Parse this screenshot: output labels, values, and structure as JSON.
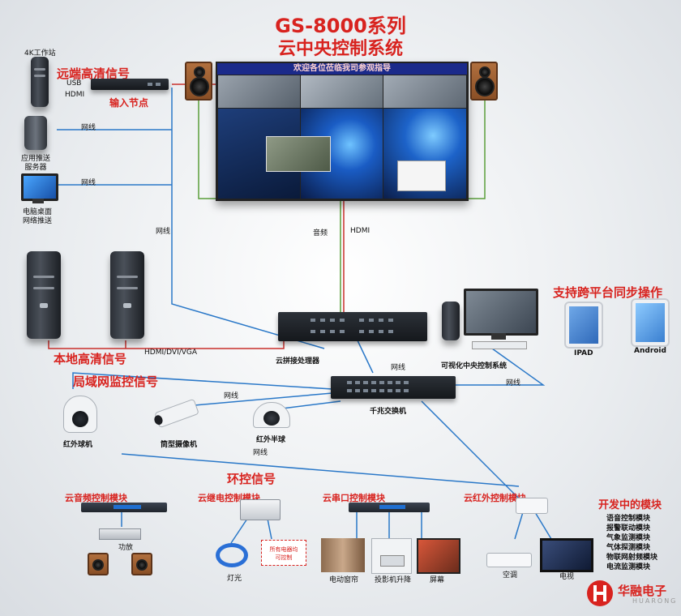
{
  "title": {
    "line1": "GS-8000系列",
    "line2": "云中央控制系统"
  },
  "welcome_banner": "欢迎各位莅临我司参观指导",
  "sources": {
    "workstation_4k": "4K工作站",
    "remote_hd_signal": "远端高清信号",
    "usb": "USB",
    "hdmi": "HDMI",
    "input_node": "输入节点",
    "network1": "网线",
    "app_server_line1": "应用推送",
    "app_server_line2": "服务器",
    "network2": "网线",
    "pc_line1": "电脑桌面",
    "pc_line2": "网络推送",
    "network3": "网线"
  },
  "wall_links": {
    "audio": "音频",
    "hdmi": "HDMI"
  },
  "local": {
    "local_hd_signal": "本地高清信号",
    "hdmi_dvi_vga": "HDMI/DVI/VGA",
    "processor": "云拼接处理器",
    "network_proc": "网线"
  },
  "control": {
    "cross_platform": "支持跨平台同步操作",
    "visual_system": "可视化中央控制系统",
    "ipad": "IPAD",
    "android": "Android",
    "network_ctrl": "网线"
  },
  "switch": {
    "label": "千兆交换机"
  },
  "lan": {
    "lan_monitor_signal": "局域网监控信号",
    "network_cam": "网线",
    "ir_dome": "红外球机",
    "bullet_cam": "筒型摄像机",
    "ir_hemisphere": "红外半球",
    "network_below": "网线"
  },
  "env": {
    "env_signal": "环控信号",
    "audio_module": "云音频控制模块",
    "amplifier": "功放",
    "relay_module": "云继电控制模块",
    "light": "灯光",
    "all_appliances_line1": "所有电器均",
    "all_appliances_line2": "可控制",
    "serial_module": "云串口控制模块",
    "curtain": "电动窗帘",
    "projector_lift": "投影机升降",
    "screen": "屏幕",
    "ir_module": "云红外控制模块",
    "aircon": "空调",
    "tv": "电视"
  },
  "dev_modules": {
    "title": "开发中的模块",
    "items": [
      "语音控制模块",
      "报警联动模块",
      "气象监测模块",
      "气体探测模块",
      "物联网射频模块",
      "电流监测模块"
    ]
  },
  "brand": {
    "name_cn": "华融电子",
    "name_en": "HUARONG"
  },
  "colors": {
    "title_red": "#d8231f",
    "net_blue": "#2a78c8",
    "hdmi_red": "#c9302c",
    "audio_green": "#5a9e3a"
  }
}
